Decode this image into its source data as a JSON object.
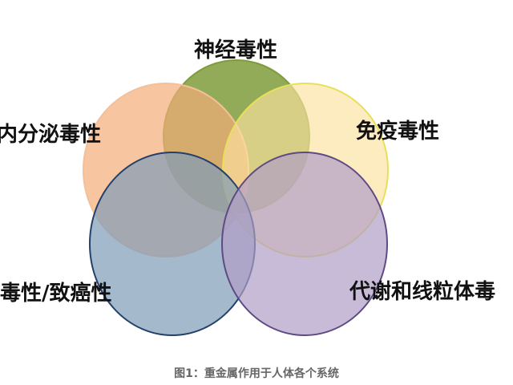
{
  "diagram": {
    "circles": [
      {
        "label": "神经毒性",
        "color": "#7f9c3c",
        "stroke": "#7f9c3c"
      },
      {
        "label": "内分泌毒性",
        "color": "#f3ad78",
        "stroke": "#f3c09a"
      },
      {
        "label": "免疫毒性",
        "color": "#fde2a0",
        "stroke": "#e6e05a"
      },
      {
        "label": "毒性/致癌性",
        "color": "#7f9bb8",
        "stroke": "#23406a"
      },
      {
        "label": "代谢和线粒体毒",
        "color": "#b09ec6",
        "stroke": "#5e4a84"
      }
    ]
  },
  "caption": "图1：重金属作用于人体各个系统"
}
